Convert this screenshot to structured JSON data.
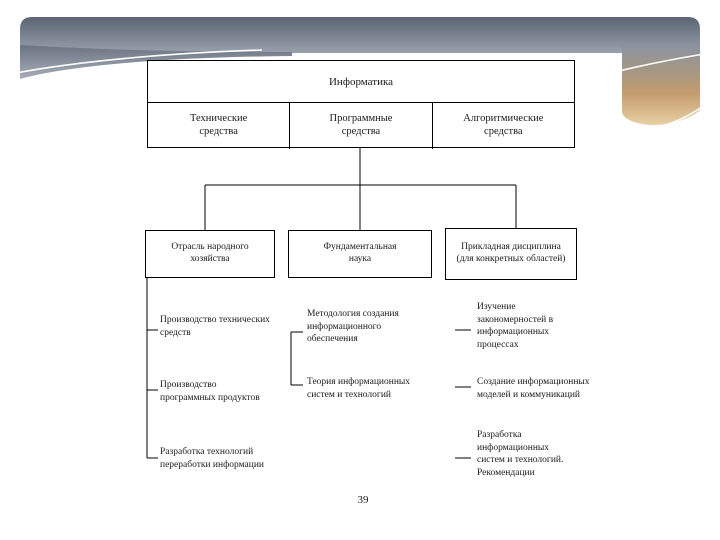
{
  "slide": {
    "page_number": "39"
  },
  "colors": {
    "header_slate_dark": "#5b6472",
    "header_slate_light": "#99a1ad",
    "header_tan": "#c39c6c",
    "header_tan_light": "#e8cfa5",
    "line_color": "#000000",
    "background": "#ffffff"
  },
  "tree": {
    "root_label": "Информатика",
    "branches": [
      "Технические\nсредства",
      "Программные\nсредства",
      "Алгоритмические\nсредства"
    ],
    "categories": [
      "Отрасль народного\nхозяйства",
      "Фундаментальная\nнаука",
      "Прикладная дисциплина\n(для конкретных областей)"
    ],
    "economy_items": [
      "Производство технических\nсредств",
      "Производство\nпрограммных продуктов",
      "Разработка технологий\nпереработки информации"
    ],
    "science_items": [
      "Методология создания\nинформационного\nобеспечения",
      "Теория информационных\nсистем и технологий"
    ],
    "applied_items": [
      "Изучение\nзакономерностей в\nинформационных\nпроцессах",
      "Создание информационных\nмоделей и коммуникаций",
      "Разработка\nинформационных\nсистем и технологий.\nРекомендации"
    ]
  }
}
